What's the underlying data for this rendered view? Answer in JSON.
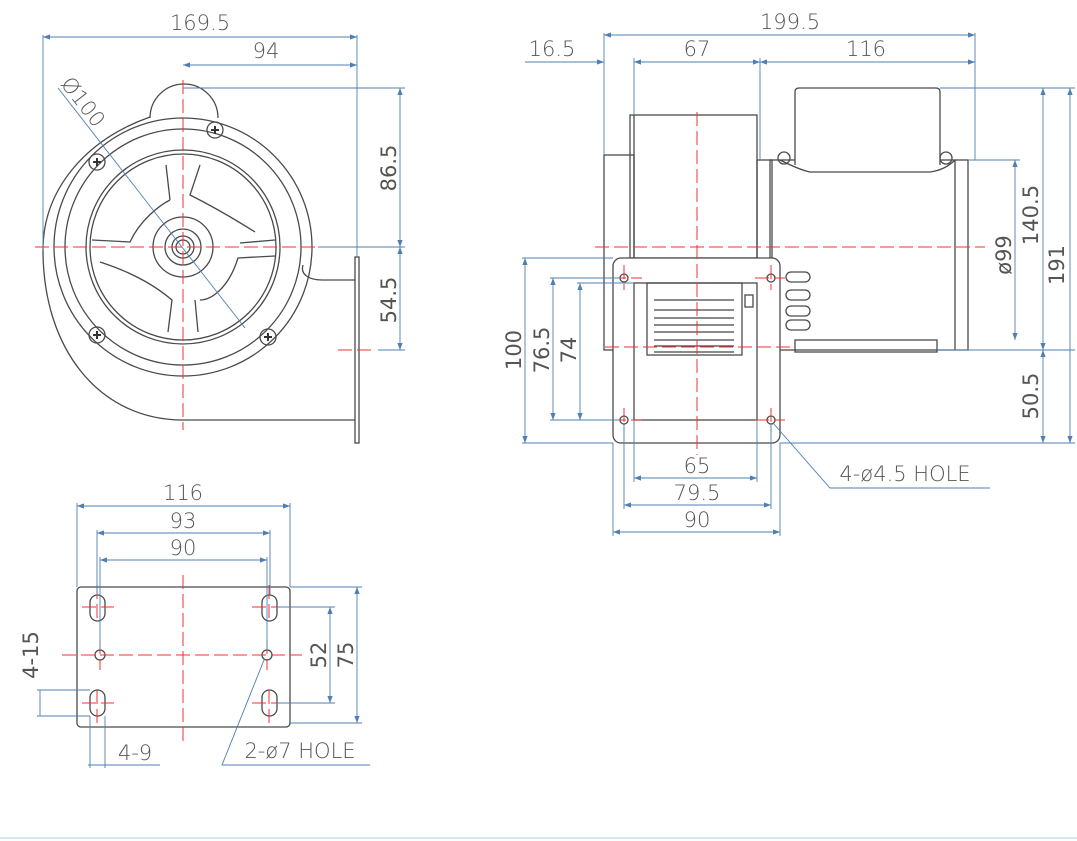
{
  "front_view": {
    "dims": {
      "overall_width": "169.5",
      "center_to_outlet": "94",
      "diameter": "Ø100",
      "center_to_top": "86.5",
      "center_to_flange_bottom": "54.5"
    }
  },
  "side_view": {
    "dims": {
      "overall_length": "199.5",
      "offset": "16.5",
      "housing_width": "67",
      "motor_length": "116",
      "motor_diameter": "ø99",
      "height_top": "140.5",
      "total_height": "191",
      "height_bottom": "50.5",
      "flange_height": "100",
      "hole_spacing_v": "76.5",
      "opening_height": "74",
      "opening_width": "65",
      "hole_spacing_h": "79.5",
      "flange_width": "90"
    },
    "hole_note": "4-ø4.5 HOLE"
  },
  "base_view": {
    "dims": {
      "plate_width": "116",
      "slot_outer": "93",
      "slot_center": "90",
      "hole_vspacing": "52",
      "plate_height": "75",
      "slot_length": "4-15",
      "slot_width": "4-9"
    },
    "hole_note": "2-ø7 HOLE"
  },
  "colors": {
    "outline": "#4a4a4a",
    "centerline": "#ee3333",
    "dimension": "#4f7fb0"
  }
}
